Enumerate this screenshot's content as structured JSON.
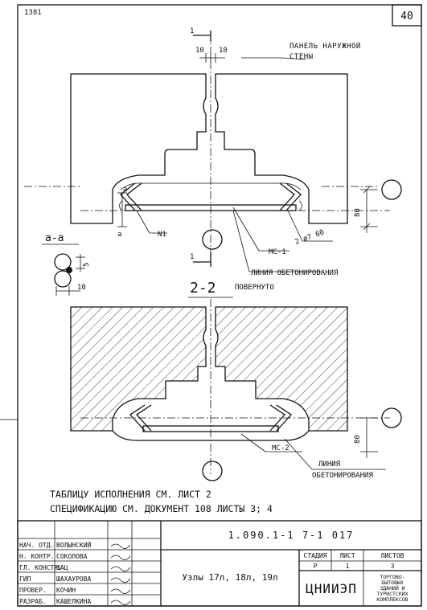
{
  "sheet": {
    "number": "40",
    "corner_mark": "1381"
  },
  "labels": {
    "section_mark": "1",
    "dim_10_left": "10",
    "dim_10_right": "10",
    "panel_note": "ПАНЕЛЬ НАРУЖНОЙ СТЕНЫ",
    "detail_a": "а",
    "detail_a_lower": "а",
    "n1": "N1",
    "mc1": "МС-1",
    "dim_80_top": "80",
    "bar_spec": "2 ø7 60",
    "concrete_line_top": "ЛИНИЯ ОБЕТОНИРОВАНИЯ",
    "section_aa": "а-а",
    "dim_5": "5",
    "dim_10_aa": "10",
    "section_22": "2-2",
    "rotated": "ПОВЕРНУТО",
    "mc2": "МС-2",
    "dim_80_bottom": "80",
    "concrete_line_bottom_1": "ЛИНИЯ",
    "concrete_line_bottom_2": "ОБЕТОНИРОВАНИЯ",
    "note_table": "ТАБЛИЦУ ИСПОЛНЕНИЯ СМ. ЛИСТ 2",
    "note_spec": "СПЕЦИФИКАЦИЮ СМ. ДОКУМЕНТ 108 ЛИСТЫ 3; 4"
  },
  "title_block": {
    "doc_code": "1.090.1-1 7-1 017",
    "title": "Узлы 17л, 18л, 19л",
    "stage_label": "СТАДИЯ",
    "sheet_label": "ЛИСТ",
    "sheets_label": "ЛИСТОВ",
    "stage_value": "Р",
    "sheet_value": "1",
    "sheets_value": "3",
    "org": "ЦНИИЭП",
    "org_desc": [
      "ТОРГОВО-",
      "БЫТОВЫХ",
      "ЗДАНИЙ И",
      "ТУРИСТСКИХ",
      "КОМПЛЕКСОВ"
    ],
    "roles": [
      {
        "role": "НАЧ. ОТД.",
        "name": "ВОЛЫНСКИЙ"
      },
      {
        "role": "Н. КОНТР.",
        "name": "СОКОЛОВА"
      },
      {
        "role": "ГЛ. КОНСТР.",
        "name": "ШАЦ"
      },
      {
        "role": "ГИП",
        "name": "ШАХАУРОВА"
      },
      {
        "role": "ПРОВЕР.",
        "name": "КОЧИН"
      },
      {
        "role": "РАЗРАБ.",
        "name": "КАШЕЛКИНА"
      }
    ]
  }
}
